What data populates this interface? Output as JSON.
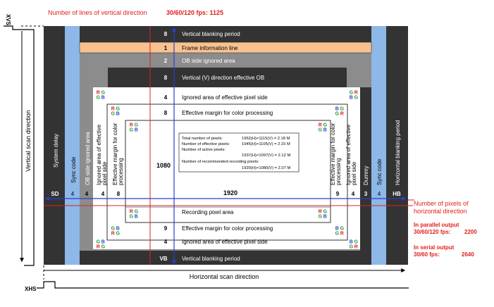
{
  "top_left_signal": "XVS",
  "bottom_left_signal": "XHS",
  "vertical_lines_title": "Number of lines of vertical direction",
  "vertical_lines_value": "30/60/120 fps:  1125",
  "left_axis_label": "Vertical scan direction",
  "bottom_axis_label": "Horizontal scan direction",
  "rows": {
    "vblank_top": {
      "count": "8",
      "label": "Vertical blanking period"
    },
    "frame_info": {
      "count": "1",
      "label": "Frame information line"
    },
    "ob_ignored": {
      "count": "2",
      "label": "OB side ignored area"
    },
    "vertical_ob": {
      "count": "8",
      "label": "Vertical (V) direction effective OB"
    },
    "ignored_top": {
      "count": "4",
      "label": "Ignored area of effective pixel side"
    },
    "margin_top": {
      "count": "8",
      "label": "Effective margin for color processing"
    },
    "recording": {
      "label": "Recording pixel area"
    },
    "margin_bottom": {
      "count": "9",
      "label": "Effective margin for color processing"
    },
    "ignored_bottom": {
      "count": "4",
      "label": "Ignored area of effective pixel side"
    },
    "vblank_bottom": {
      "count": "VB",
      "label": "Vertical blanking period"
    }
  },
  "columns_left": [
    {
      "label": "System delay",
      "count": "SD"
    },
    {
      "label": "Sync code",
      "count": "4"
    },
    {
      "label": "OB side ignored area",
      "count": "4"
    },
    {
      "label": "Ignored area of effective pixel side",
      "count": "4"
    },
    {
      "label": "Effective margin for color processing",
      "count": "8"
    }
  ],
  "columns_right": [
    {
      "label": "Effective margin for color processing",
      "count": "9"
    },
    {
      "label": "Ignored area of effective pixel side",
      "count": "4"
    },
    {
      "label": "Dummy",
      "count": "3"
    },
    {
      "label": "Sync code",
      "count": "4"
    },
    {
      "label": "Horizontal blanking period",
      "count": "HB"
    }
  ],
  "center_v_count": "1080",
  "center_h_count": "1920",
  "pixel_info": {
    "total_label": "Total number of pixels:",
    "total_value": "1952(H)×1115(V) = 2.18 M",
    "effective_label": "Number of effective pixels:",
    "effective_value": "1945(H)×1105(V) = 2.15 M",
    "active_label": "Number of  active pixels:",
    "active_value": "1937(H)×1097(V) = 2.12 M",
    "recommended_label": "Number of recommended recording pixels:",
    "recommended_value": "1920(H)×1080(V) = 2.07 M"
  },
  "right_annotations": {
    "pixels_title_1": "Number of pixels of",
    "pixels_title_2": "horizontal direction",
    "parallel_1": "In parallel output",
    "parallel_2": "30/60/120 fps:",
    "parallel_value": "2200",
    "serial_1": "In serial output",
    "serial_2": "30/60 fps:",
    "serial_value": "2640"
  },
  "colors": {
    "dark": "#333333",
    "gray": "#8c8c8c",
    "sync_blue": "#8db8e8",
    "frame_info": "#f7c290",
    "arrow_blue": "#2a3fd0",
    "accent_red": "#e0201c",
    "green": "#1a9a2a"
  },
  "bayer_letters": [
    "R",
    "G",
    "B"
  ]
}
